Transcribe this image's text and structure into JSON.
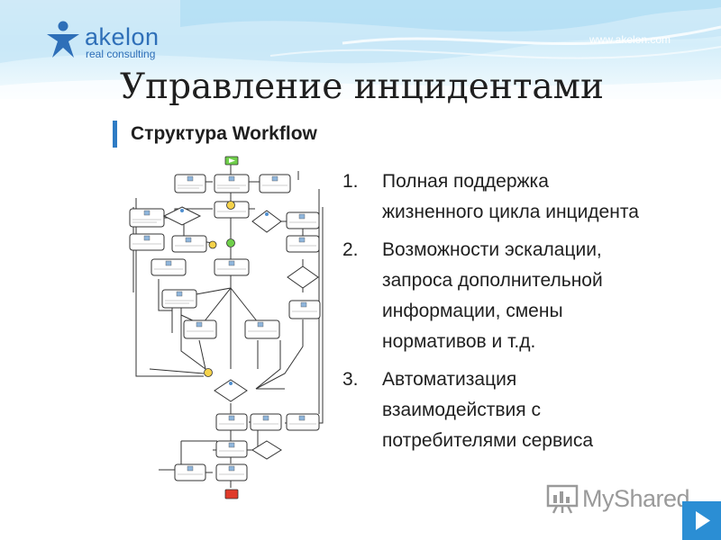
{
  "header": {
    "logo": {
      "name": "akelon",
      "tagline": "real consulting"
    },
    "site_url": "www.akelon.com"
  },
  "slide": {
    "title": "Управление инцидентами",
    "subtitle": "Структура Workflow",
    "points": [
      {
        "num": "1.",
        "text": "Полная поддержка жизненного цикла инцидента"
      },
      {
        "num": "2.",
        "text": "Возможности эскалации, запроса дополнительной информации, смены нормативов и т.д."
      },
      {
        "num": "3.",
        "text": "Автоматизация взаимодействия с потребителями сервиса"
      }
    ]
  },
  "watermark": {
    "text": "MyShared"
  },
  "colors": {
    "brand_blue": "#2e6fb8",
    "accent_bar": "#2e7bc4",
    "next_button": "#2b8ed4",
    "watermark_gray": "#9a9a9a"
  },
  "icons": {
    "logo": "person-star-icon",
    "watermark": "presentation-screen-icon",
    "next": "play-next-icon"
  }
}
